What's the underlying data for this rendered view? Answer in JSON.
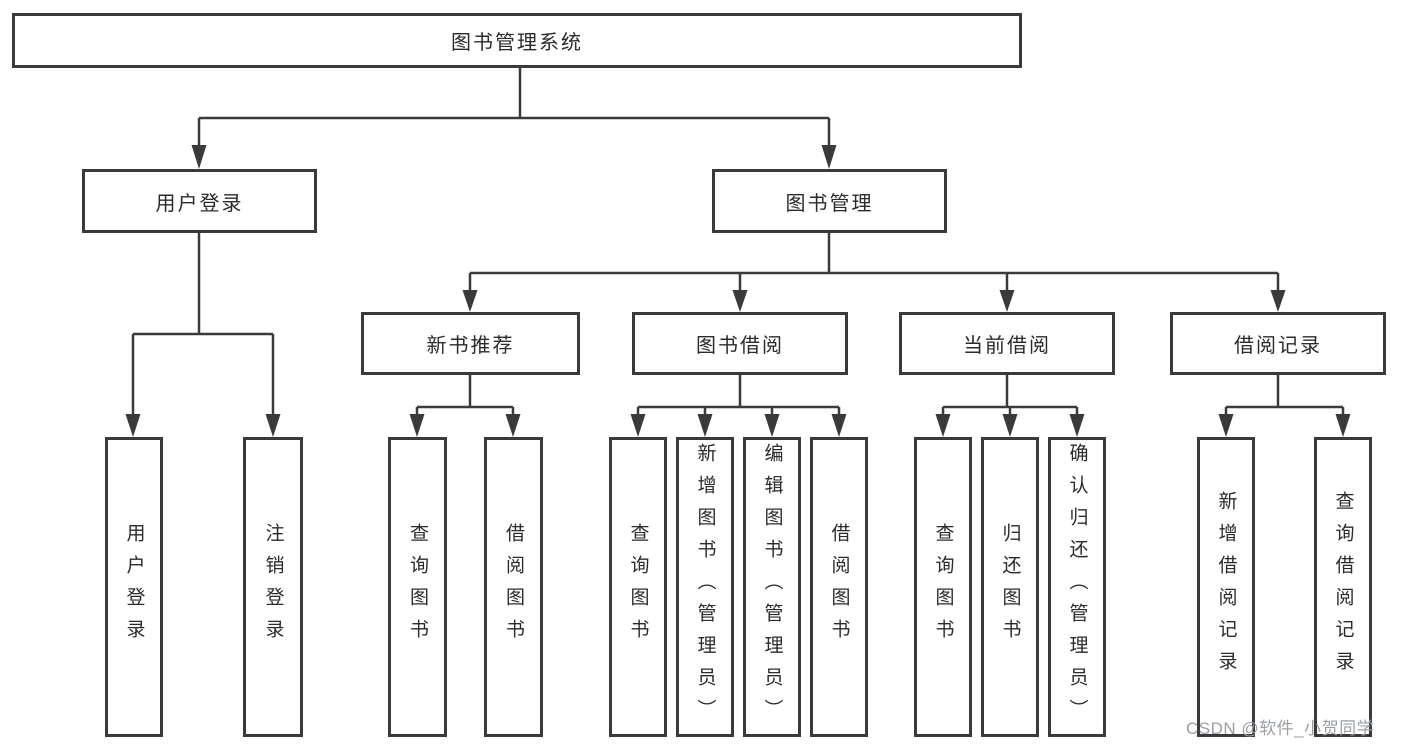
{
  "diagram": {
    "root": {
      "label": "图书管理系统"
    },
    "level2": {
      "user_login": {
        "label": "用户登录"
      },
      "book_mgmt": {
        "label": "图书管理"
      }
    },
    "level3": {
      "new_book_rec": {
        "label": "新书推荐"
      },
      "book_borrow": {
        "label": "图书借阅"
      },
      "current_borrow": {
        "label": "当前借阅"
      },
      "borrow_records": {
        "label": "借阅记录"
      }
    },
    "leaves": {
      "user_login": {
        "label": "用户登录"
      },
      "logout": {
        "label": "注销登录"
      },
      "rec_query_book": {
        "label": "查询图书"
      },
      "rec_borrow_book": {
        "label": "借阅图书"
      },
      "bb_query_book": {
        "label": "查询图书"
      },
      "bb_add_book": {
        "label": "新增图书（管理员）"
      },
      "bb_edit_book": {
        "label": "编辑图书（管理员）"
      },
      "bb_borrow_book": {
        "label": "借阅图书"
      },
      "cb_query_book": {
        "label": "查询图书"
      },
      "cb_return_book": {
        "label": "归还图书"
      },
      "cb_confirm_return": {
        "label": "确认归还（管理员）"
      },
      "br_add_record": {
        "label": "新增借阅记录"
      },
      "br_query_record": {
        "label": "查询借阅记录"
      }
    }
  },
  "watermark": "CSDN @软件_小贺同学",
  "colors": {
    "line": "#3a3a3a",
    "box_border": "#3a3a3a",
    "box_background": "#ffffff",
    "text": "#2b2b2b",
    "watermark": "#9ba0a5",
    "background": "#ffffff"
  }
}
